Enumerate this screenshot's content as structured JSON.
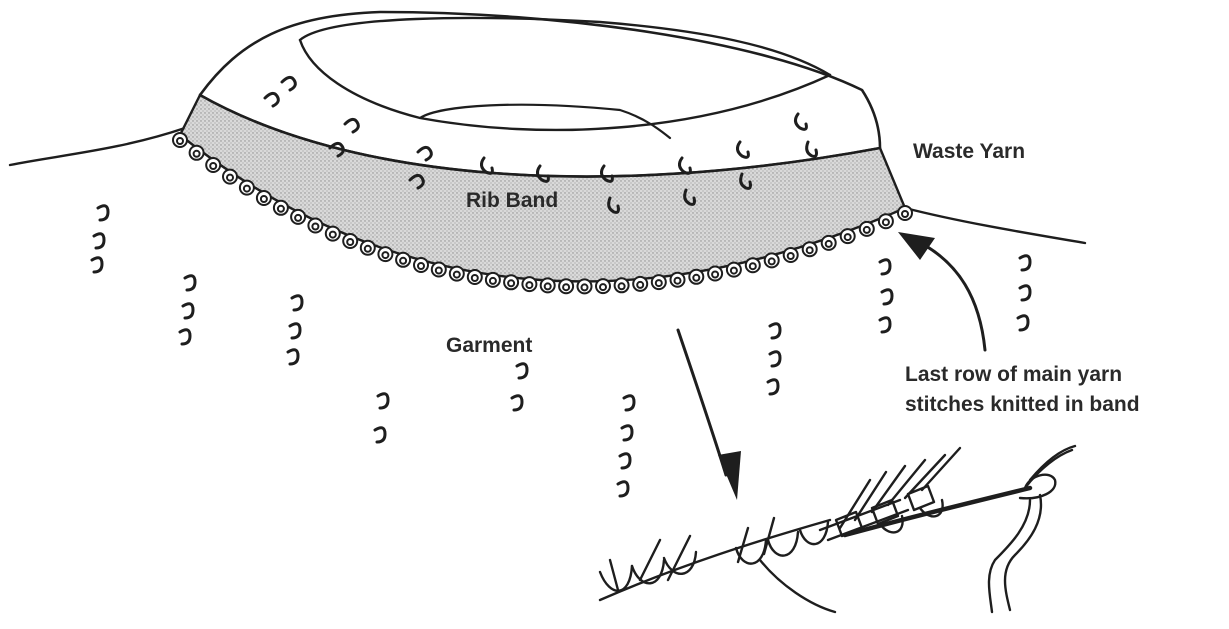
{
  "labels": {
    "waste_yarn": "Waste Yarn",
    "rib_band": "Rib Band",
    "garment": "Garment",
    "last_row_line1": "Last row of main yarn",
    "last_row_line2": "stitches knitted in band"
  },
  "colors": {
    "ink": "#1e1e1e",
    "band_fill": "#d4d4d4",
    "paper": "#ffffff"
  }
}
